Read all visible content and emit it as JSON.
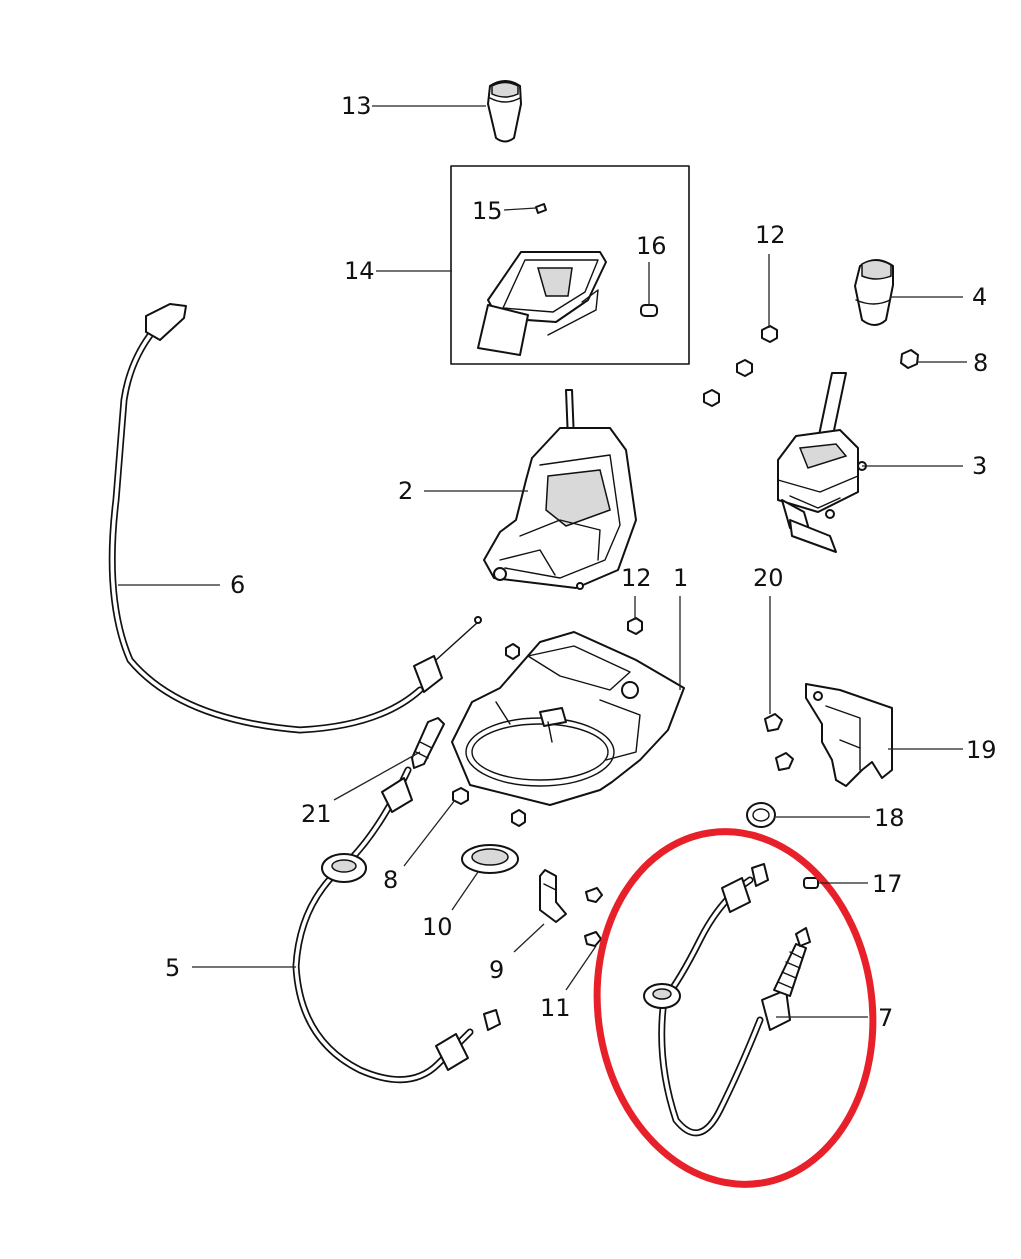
{
  "diagram": {
    "callouts": [
      {
        "id": "c13",
        "text": "13"
      },
      {
        "id": "c15",
        "text": "15"
      },
      {
        "id": "c14",
        "text": "14"
      },
      {
        "id": "c16",
        "text": "16"
      },
      {
        "id": "c12a",
        "text": "12"
      },
      {
        "id": "c4",
        "text": "4"
      },
      {
        "id": "c8a",
        "text": "8"
      },
      {
        "id": "c3",
        "text": "3"
      },
      {
        "id": "c2",
        "text": "2"
      },
      {
        "id": "c6",
        "text": "6"
      },
      {
        "id": "c12b",
        "text": "12"
      },
      {
        "id": "c1",
        "text": "1"
      },
      {
        "id": "c20",
        "text": "20"
      },
      {
        "id": "c19",
        "text": "19"
      },
      {
        "id": "c21",
        "text": "21"
      },
      {
        "id": "c18",
        "text": "18"
      },
      {
        "id": "c8b",
        "text": "8"
      },
      {
        "id": "c17",
        "text": "17"
      },
      {
        "id": "c10",
        "text": "10"
      },
      {
        "id": "c5",
        "text": "5"
      },
      {
        "id": "c9",
        "text": "9"
      },
      {
        "id": "c11",
        "text": "11"
      },
      {
        "id": "c7",
        "text": "7"
      }
    ],
    "highlight_color": "#e8202a",
    "line_color": "#111111"
  }
}
